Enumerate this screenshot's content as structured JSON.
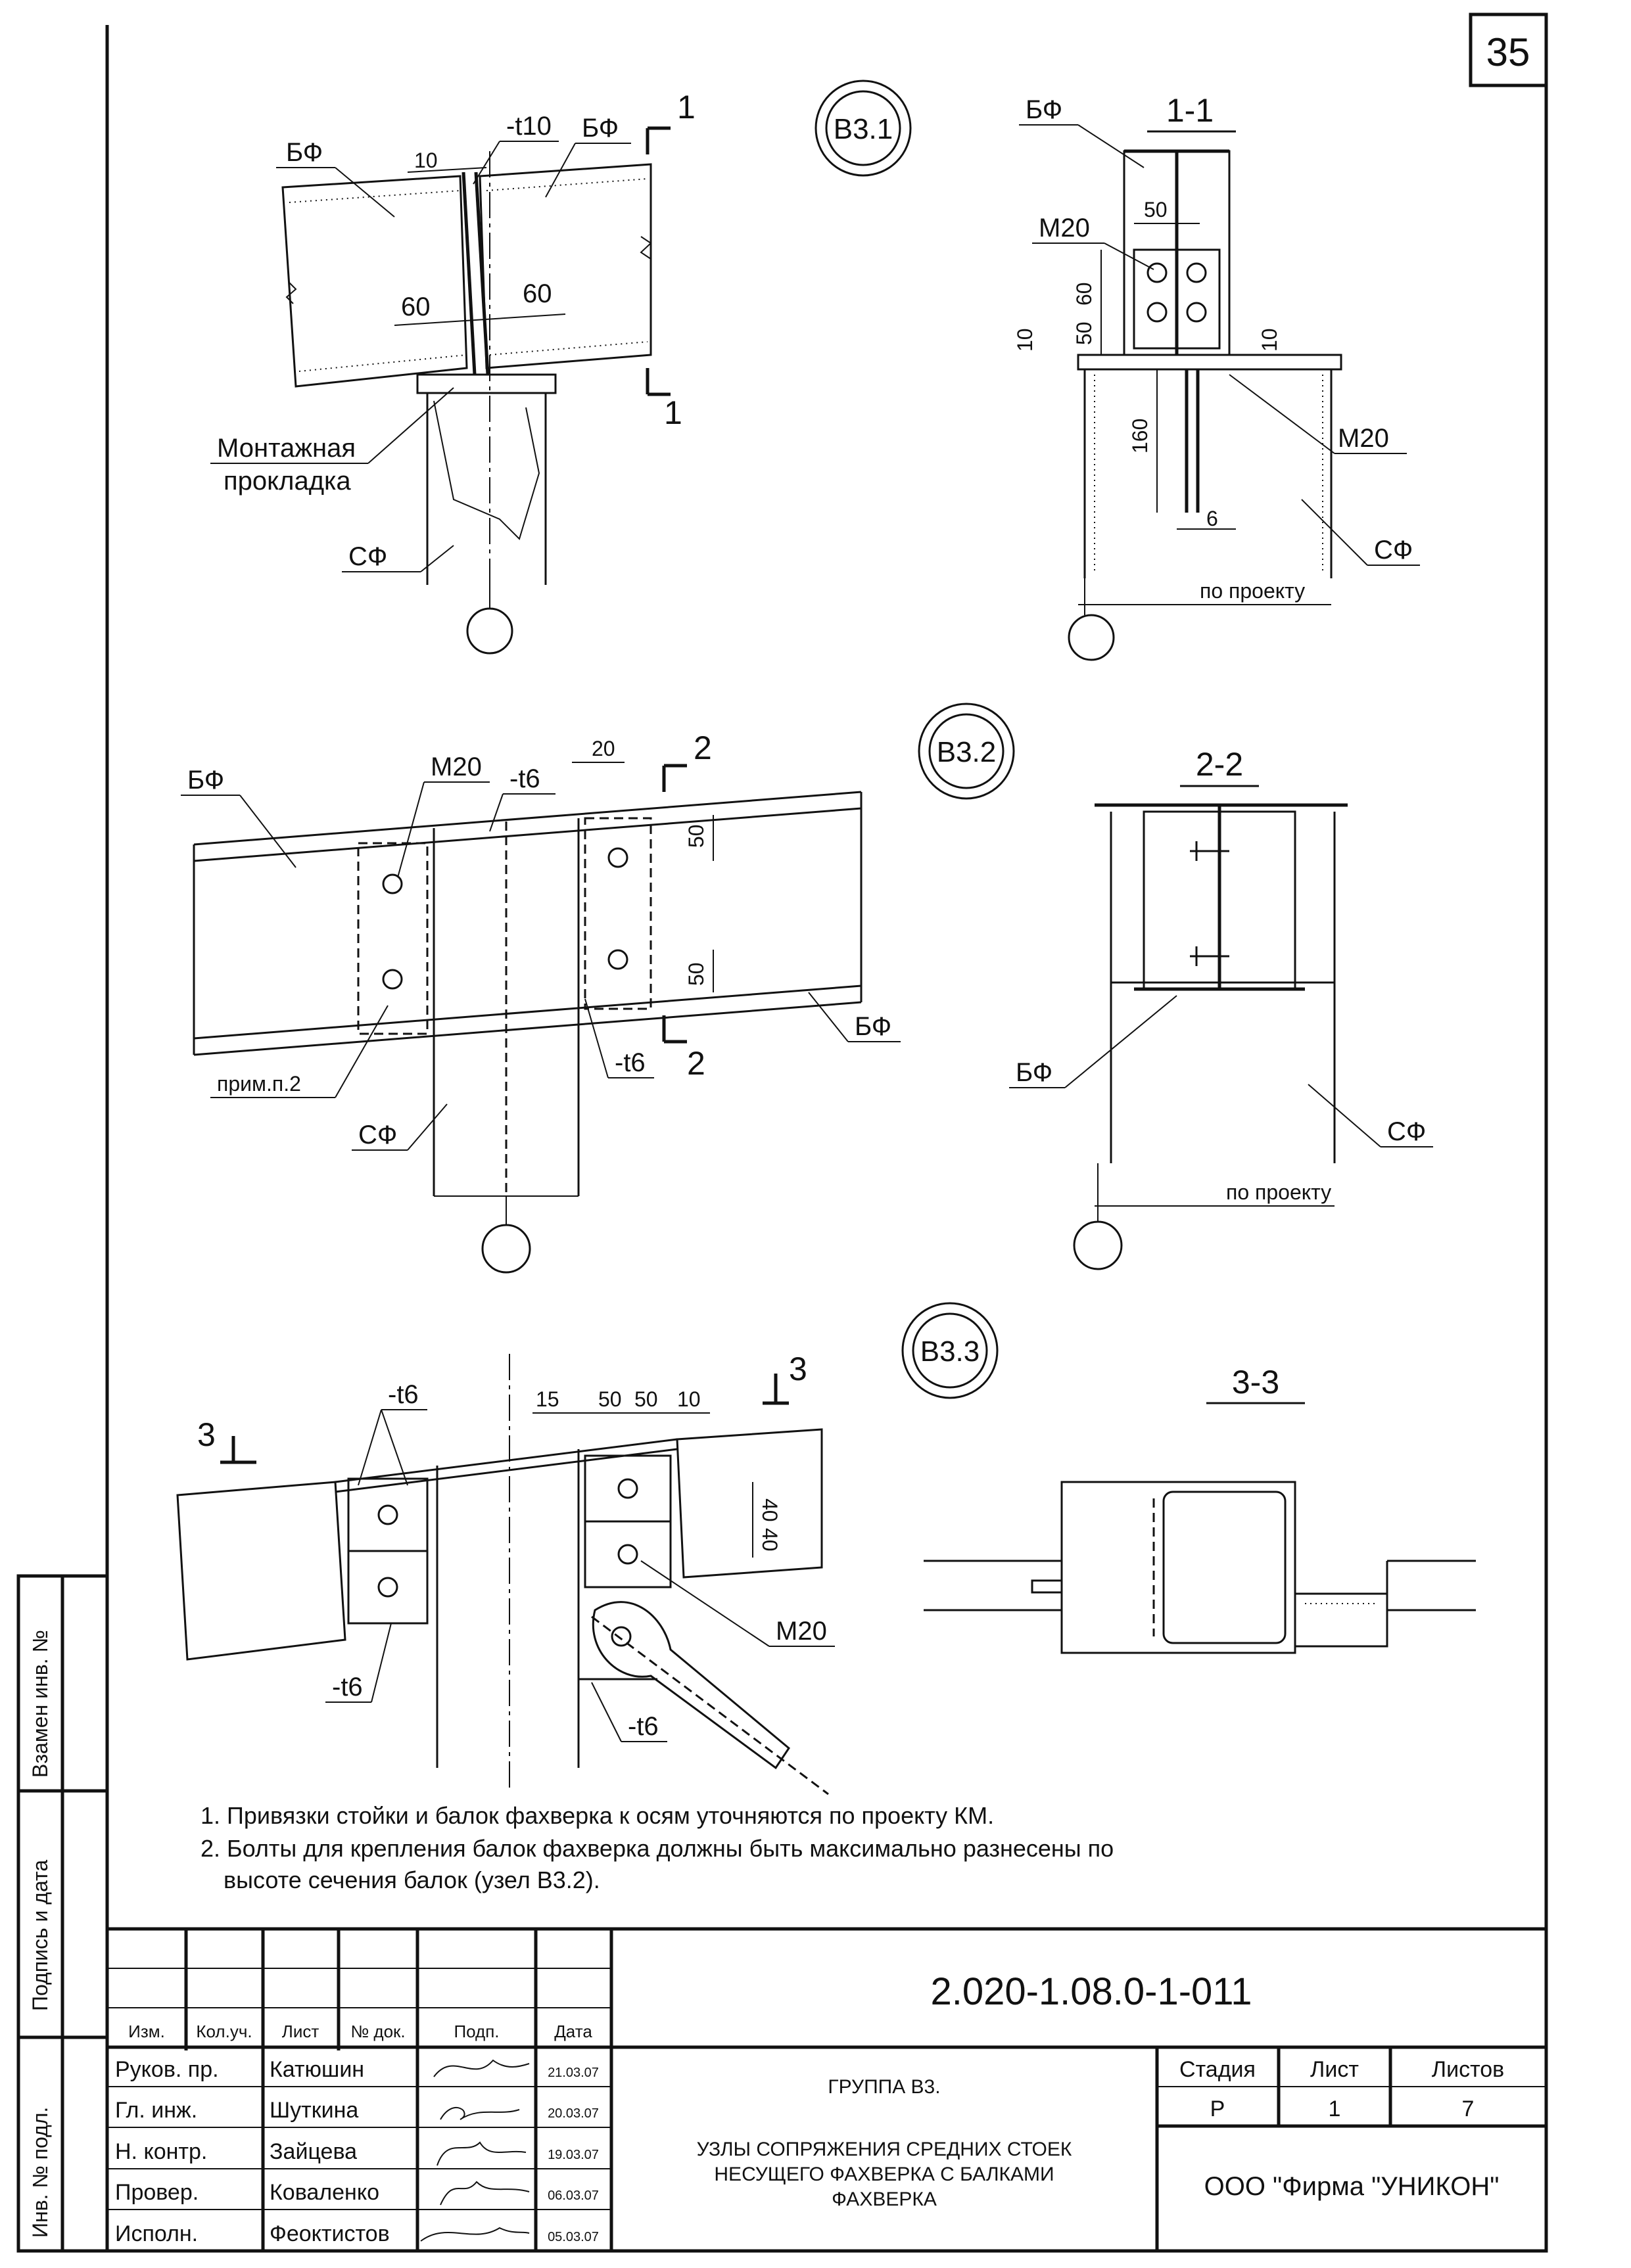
{
  "sheet_number": "35",
  "nodes": {
    "v31": {
      "node_label": "В3.1",
      "section_label": "1-1",
      "cut_mark_top": "1",
      "cut_mark_bottom": "1",
      "plate_label": "-t10",
      "beam_left": "БФ",
      "beam_right": "БФ",
      "dim_10": "10",
      "dim_60_left": "60",
      "dim_60_right": "60",
      "gasket_label_1": "Монтажная",
      "gasket_label_2": "прокладка",
      "column_label": "СФ",
      "section": {
        "beam": "БФ",
        "bolt_top": "M20",
        "dim_50": "50",
        "dim_60": "60",
        "dim_50b": "50",
        "dim_10_left": "10",
        "dim_10_right": "10",
        "dim_160": "160",
        "bolt_bottom": "M20",
        "dim_6": "6",
        "column": "СФ",
        "per_project": "по проекту"
      }
    },
    "v32": {
      "node_label": "В3.2",
      "section_label": "2-2",
      "cut_mark_top": "2",
      "cut_mark_bottom": "2",
      "beam_left": "БФ",
      "bolt": "M20",
      "plate_top": "-t6",
      "dim_20": "20",
      "dim_50_top": "50",
      "dim_50_bottom": "50",
      "beam_right": "БФ",
      "plate_bottom": "-t6",
      "note_ref": "прим.п.2",
      "column": "СФ",
      "section": {
        "beam": "БФ",
        "column": "СФ",
        "per_project": "по проекту"
      }
    },
    "v33": {
      "node_label": "В3.3",
      "section_label": "3-3",
      "cut_mark_left": "3",
      "cut_mark_right": "3",
      "plate_top_left": "-t6",
      "plate_bottom_left": "-t6",
      "plate_bottom_right": "-t6",
      "dim_15": "15",
      "dim_50a": "50",
      "dim_50b": "50",
      "dim_10": "10",
      "dim_40a": "40",
      "dim_40b": "40",
      "bolt": "M20"
    }
  },
  "notes": [
    "1. Привязки стойки и балок фахверка к осям уточняются по проекту КМ.",
    "2. Болты для крепления балок фахверка должны быть максимально разнесены по",
    "высоте сечения балок (узел В3.2)."
  ],
  "side_stamp": {
    "replace_inv": "Взамен инв. №",
    "sign_date": "Подпись и дата",
    "inv_orig": "Инв. № подл."
  },
  "title_block": {
    "doc_number": "2.020-1.08.0-1-011",
    "header": [
      "Изм.",
      "Кол.уч.",
      "Лист",
      "№ док.",
      "Подп.",
      "Дата"
    ],
    "rows": [
      {
        "role": "Руков. пр.",
        "name": "Катюшин",
        "date": "21.03.07"
      },
      {
        "role": "Гл. инж.",
        "name": "Шуткина",
        "date": "20.03.07"
      },
      {
        "role": "Н. контр.",
        "name": "Зайцева",
        "date": "19.03.07"
      },
      {
        "role": "Провер.",
        "name": "Коваленко",
        "date": "06.03.07"
      },
      {
        "role": "Исполн.",
        "name": "Феоктистов",
        "date": "05.03.07"
      }
    ],
    "group": "ГРУППА В3.",
    "title_lines": [
      "УЗЛЫ СОПРЯЖЕНИЯ СРЕДНИХ СТОЕК",
      "НЕСУЩЕГО  ФАХВЕРКА С БАЛКАМИ",
      "ФАХВЕРКА"
    ],
    "stage_head": "Стадия",
    "sheet_head": "Лист",
    "sheets_head": "Листов",
    "stage": "Р",
    "sheet": "1",
    "sheets": "7",
    "company": "ООО  \"Фирма \"УНИКОН\""
  }
}
